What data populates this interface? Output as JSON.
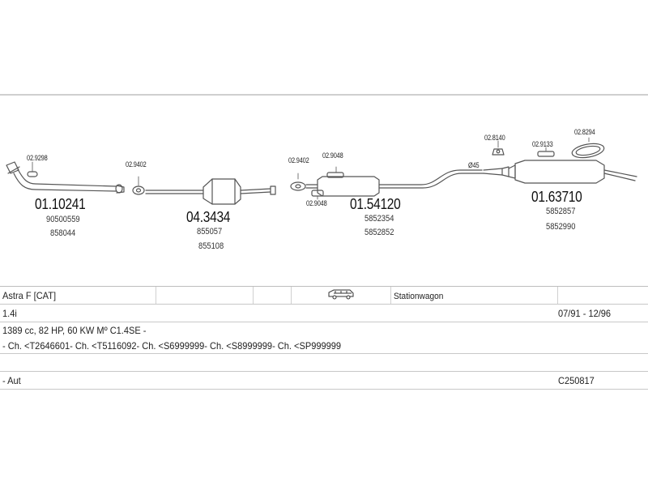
{
  "parts": {
    "front_pipe": {
      "code": "01.10241",
      "refs": [
        "90500559",
        "858044"
      ],
      "fitting": "02.9298"
    },
    "catalyst": {
      "code": "04.3434",
      "refs": [
        "855057",
        "855108"
      ],
      "fitting": "02.9402"
    },
    "middle_silencer": {
      "code": "01.54120",
      "refs": [
        "5852354",
        "5852852"
      ],
      "fittings": [
        "02.9402",
        "02.9048",
        "02.9048"
      ]
    },
    "rear_silencer": {
      "code": "01.63710",
      "refs": [
        "5852857",
        "5852990"
      ],
      "fittings": [
        "02.8140",
        "02.9133",
        "02.8294"
      ]
    },
    "pipe_diameter": "Ø45"
  },
  "vehicle": {
    "model": "Astra F  [CAT]",
    "body": "Stationwagon",
    "engine": "1.4i",
    "years": "07/91 - 12/96",
    "spec": "1389 cc, 82 HP, 60 KW Mº C1.4SE -",
    "chassis": "- Ch. <T2646601- Ch. <T5116092- Ch. <S6999999- Ch. <S8999999- Ch. <SP999999",
    "transmission": "- Aut",
    "catalog_code": "C250817",
    "body_icon": "car-icon"
  },
  "colors": {
    "line": "#555555",
    "frame": "#cfcfcf",
    "text": "#222222"
  }
}
